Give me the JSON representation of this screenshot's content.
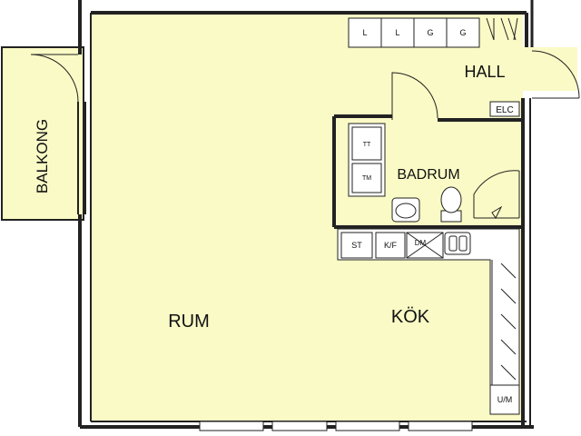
{
  "colors": {
    "floor": "#fafac6",
    "wall": "#222222",
    "fixture": "#ffffff"
  },
  "rooms": {
    "balcony": "BALKONG",
    "hall": "HALL",
    "bathroom": "BADRUM",
    "living_room": "RUM",
    "kitchen": "KÖK"
  },
  "fixtures": {
    "cabinet_1": "L",
    "cabinet_2": "L",
    "cabinet_3": "G",
    "cabinet_4": "G",
    "electrical": "ELC",
    "bath_upper": "TT",
    "bath_lower": "TM",
    "stove": "ST",
    "fridge": "K/F",
    "dishwasher": "DM",
    "kitchen_corner": "U/M"
  }
}
